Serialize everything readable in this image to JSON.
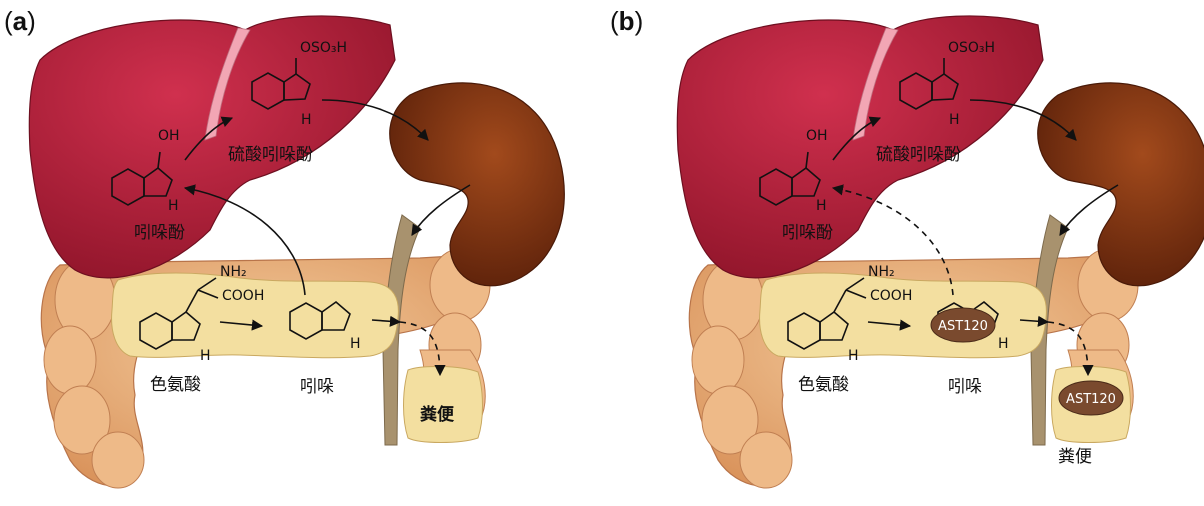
{
  "panels": [
    {
      "label_open": "(",
      "label_letter": "a",
      "label_close": ")",
      "indoxyl_sulfate": "硫酸吲哚酚",
      "indoxyl": "吲哚酚",
      "tryptophan": "色氨酸",
      "indole": "吲哚",
      "feces": "粪便",
      "oso3h": "OSO₃H",
      "oh": "OH",
      "nh2": "NH₂",
      "cooh": "COOH",
      "h": "H",
      "ast": ""
    },
    {
      "label_open": "(",
      "label_letter": "b",
      "label_close": ")",
      "indoxyl_sulfate": "硫酸吲哚酚",
      "indoxyl": "吲哚酚",
      "tryptophan": "色氨酸",
      "indole": "吲哚",
      "feces": "粪便",
      "oso3h": "OSO₃H",
      "oh": "OH",
      "nh2": "NH₂",
      "cooh": "COOH",
      "h": "H",
      "ast": "AST120"
    }
  ],
  "colors": {
    "liver": "#b0203a",
    "liver_highlight": "#d44a63",
    "kidney": "#7a3210",
    "intestine": "#e9b27f",
    "colon_lumen": "#f3dfa0",
    "ureter": "#a8926e",
    "ast_pill": "#7a4a2e"
  }
}
